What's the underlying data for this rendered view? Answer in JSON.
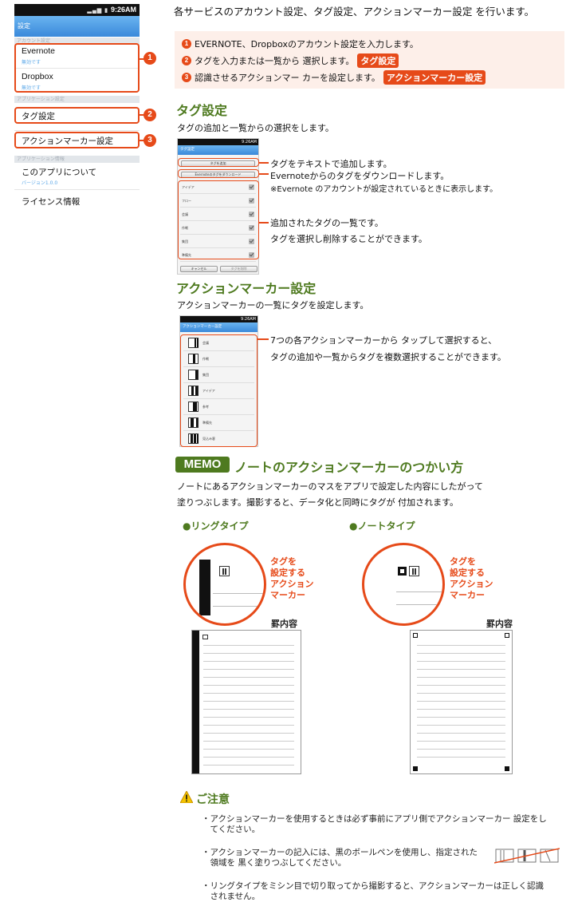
{
  "phone": {
    "status_time": "9:26AM",
    "title": "設定",
    "section_account": "アカウント設定",
    "evernote": "Evernote",
    "evernote_sub": "無効です",
    "dropbox": "Dropbox",
    "dropbox_sub": "無効です",
    "section_app": "アプリケーション設定",
    "tag_setting": "タグ設定",
    "action_marker_setting": "アクションマーカー設定",
    "section_info": "アプリケーション情報",
    "about": "このアプリについて",
    "version": "バージョン1.0.0",
    "license": "ライセンス情報"
  },
  "intro": "各サービスのアカウント設定、タグ設定、アクションマーカー設定 を行います。",
  "steps": [
    {
      "num": "1",
      "text": "EVERNOTE、Dropboxのアカウント設定を入力します。"
    },
    {
      "num": "2",
      "text": "タグを入力または一覧から 選択します。",
      "pill": "タグ設定"
    },
    {
      "num": "3",
      "text": "認識させるアクションマー カーを設定します。",
      "pill": "アクションマーカー設定"
    }
  ],
  "callout_nums": [
    "1",
    "2",
    "3"
  ],
  "tag_section": {
    "heading": "タグ設定",
    "desc": "タグの追加と一覧からの選択をします。",
    "mini_title": "タグ設定",
    "mini_add_btn": "タグを追加",
    "mini_dl_btn": "Evernoteのタグをダウンロード",
    "mini_tags": [
      "アイデア",
      "フロー",
      "会議",
      "作戦",
      "集団",
      "準備先"
    ],
    "mini_cancel": "キャンセル",
    "mini_delete": "タグを削除",
    "note_add": "タグをテキストで追加します。",
    "note_dl": "Evernoteからのタグをダウンロードします。",
    "note_dl_sub": "※Evernote のアカウントが設定されているときに表示します。",
    "note_list1": "追加されたタグの一覧です。",
    "note_list2": "タグを選択し削除することができます。"
  },
  "am_section": {
    "heading": "アクションマーカー設定",
    "desc": "アクションマーカーの一覧にタグを設定します。",
    "mini_title": "アクションマーカー設定",
    "mini_rows": [
      "会議",
      "作戦",
      "集団",
      "アイデア",
      "参考",
      "準備先",
      "見込み客"
    ],
    "note1": "7つの各アクションマーカーから タップして選択すると、",
    "note2": "タグの追加や一覧からタグを複数選択することができます。"
  },
  "memo": {
    "badge": "MEMO",
    "heading": "ノートのアクションマーカーのつかい方",
    "desc1": "ノートにあるアクションマーカーのマスをアプリで設定した内容にしたがって",
    "desc2": "塗りつぶします。撮影すると、データ化と同時にタグが 付加されます。",
    "ring_type": "●リングタイプ",
    "note_type": "●ノートタイプ",
    "callout_lines": [
      "タグを",
      "設定する",
      "アクション",
      "マーカー"
    ],
    "page_label": "罫内容"
  },
  "caution": {
    "title": "ご注意",
    "items": [
      [
        "・アクションマーカーを使用するときは必ず事前にアプリ側でアクションマーカー 設定をし",
        "　てください。"
      ],
      [
        "・アクションマーカーの記入には、黒のボールペンを使用し、指定された",
        "　領域を 黒く塗りつぶしてください。"
      ],
      [
        "・リングタイプをミシン目で切り取ってから撮影すると、アクションマーカーは正しく認識",
        "　されません。"
      ]
    ]
  },
  "colors": {
    "accent": "#e64a19",
    "heading_green": "#4e7a1f",
    "pink_bg": "#fdefe9"
  }
}
